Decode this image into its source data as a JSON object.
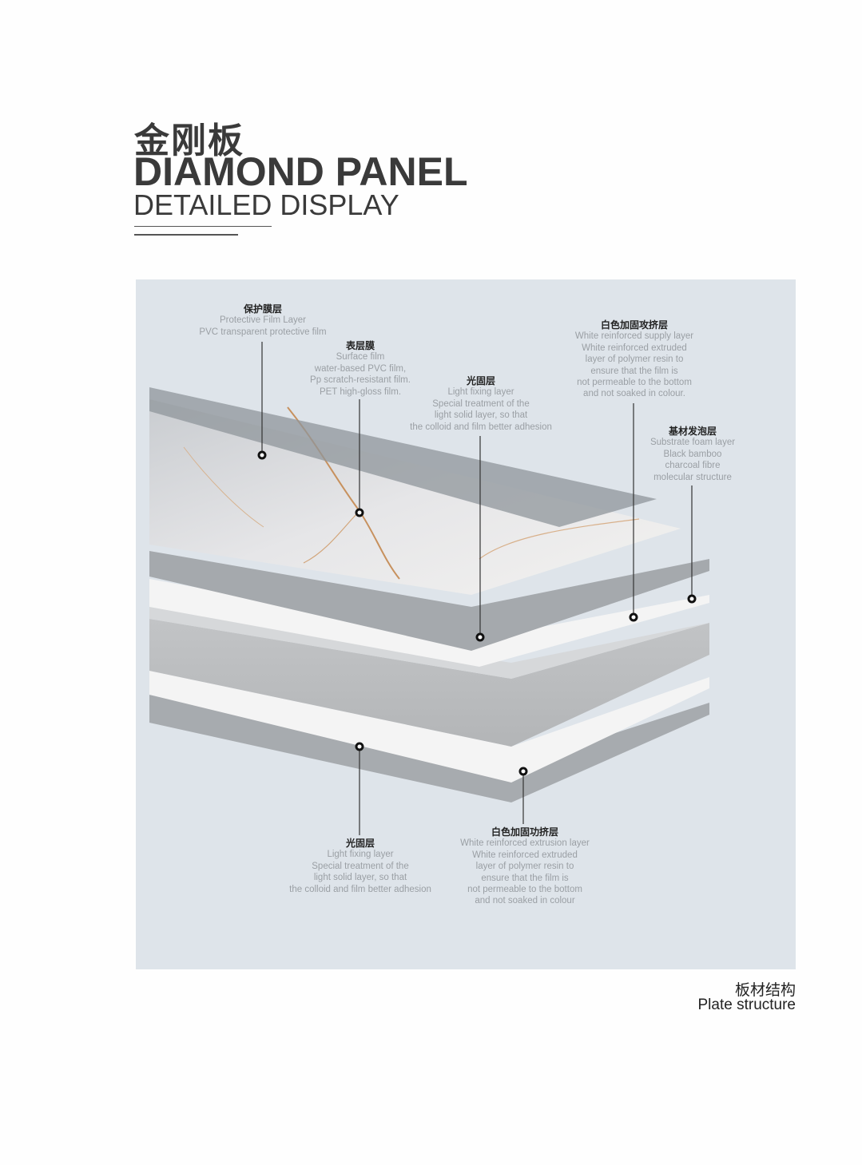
{
  "header": {
    "title_cn": "金刚板",
    "title_en": "DIAMOND PANEL",
    "subtitle": "DETAILED DISPLAY"
  },
  "labels": [
    {
      "title": "保护膜层",
      "lines": [
        "Protective Film Layer",
        "PVC transparent protective film"
      ]
    },
    {
      "title": "表层膜",
      "lines": [
        "Surface film",
        "water-based PVC film,",
        "Pp scratch-resistant film.",
        "PET high-gloss film."
      ]
    },
    {
      "title": "光固层",
      "lines": [
        "Light fixing layer",
        "Special treatment of the",
        "light solid layer, so that",
        "the colloid and film better adhesion"
      ]
    },
    {
      "title": "白色加固攻挤层",
      "lines": [
        "White reinforced supply layer",
        "White reinforced extruded",
        "layer of polymer resin to",
        "ensure that the film is",
        "not permeable to the bottom",
        "and not soaked in colour."
      ]
    },
    {
      "title": "基材发泡层",
      "lines": [
        "Substrate foam layer",
        "Black bamboo",
        "charcoal fibre",
        "molecular structure"
      ]
    },
    {
      "title": "光固层",
      "lines": [
        "Light fixing layer",
        "Special treatment of the",
        "light solid layer, so that",
        "the colloid and film better adhesion"
      ]
    },
    {
      "title": "白色加固功挤层",
      "lines": [
        "White reinforced extrusion layer",
        "White reinforced extruded",
        "layer of polymer resin to",
        "ensure that the film is",
        "not permeable to the bottom",
        "and not soaked in colour"
      ]
    }
  ],
  "caption": {
    "cn": "板材结构",
    "en": "Plate structure"
  },
  "colors": {
    "panel_bg": "#dee4ea",
    "text_dark": "#3a3a3a",
    "label_gray": "#9a9fa4"
  }
}
